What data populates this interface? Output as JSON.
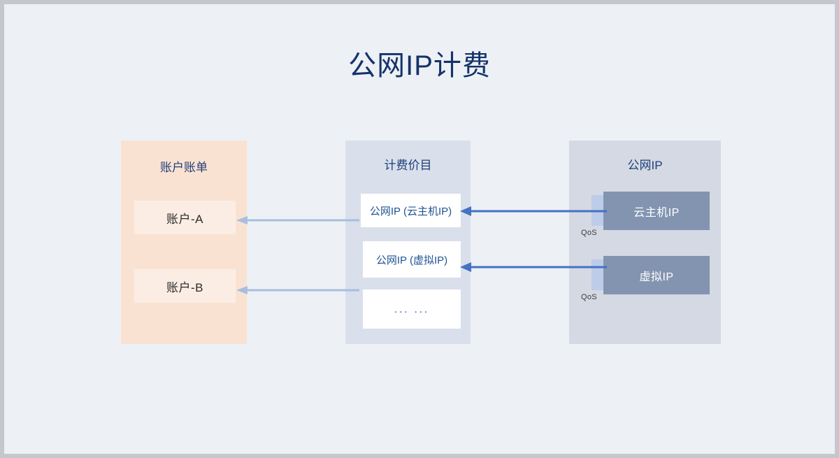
{
  "title": "公网IP计费",
  "colors": {
    "canvas_bg": "#edf1f5",
    "title_text": "#15336b",
    "panel_account_bg": "#fae2d2",
    "panel_pricing_bg": "#d9dfeb",
    "panel_publicip_bg": "#d4d9e3",
    "account_box_bg": "#fbede3",
    "pricing_box_bg": "#ffffff",
    "ip_box_bg": "#8294b0",
    "qos_tab_bg": "#bdcce9",
    "arrow_light_blue": "#a8bede",
    "arrow_blue": "#4472c4"
  },
  "panels": {
    "account": {
      "title": "账户账单",
      "items": [
        {
          "label": "账户-A"
        },
        {
          "label": "账户-B"
        }
      ]
    },
    "pricing": {
      "title": "计费价目",
      "items": [
        {
          "label": "公网IP (云主机IP)"
        },
        {
          "label": "公网IP (虚拟IP)"
        },
        {
          "label": "... ..."
        }
      ]
    },
    "publicip": {
      "title": "公网IP",
      "items": [
        {
          "label": "云主机IP",
          "qos_label": "QoS"
        },
        {
          "label": "虚拟IP",
          "qos_label": "QoS"
        }
      ]
    }
  },
  "arrows": [
    {
      "name": "pricing-to-account-a",
      "from": "公网IP (云主机IP)",
      "to": "账户-A",
      "direction": "left",
      "color": "#a8bede"
    },
    {
      "name": "pricing-to-account-b",
      "from": "公网IP (虚拟IP)",
      "to": "账户-B",
      "direction": "left",
      "color": "#a8bede"
    },
    {
      "name": "cloudip-to-pricing",
      "from": "云主机IP",
      "to": "公网IP (云主机IP)",
      "direction": "left",
      "color": "#4472c4"
    },
    {
      "name": "virtualip-to-pricing",
      "from": "虚拟IP",
      "to": "公网IP (虚拟IP)",
      "direction": "left",
      "color": "#4472c4"
    }
  ]
}
